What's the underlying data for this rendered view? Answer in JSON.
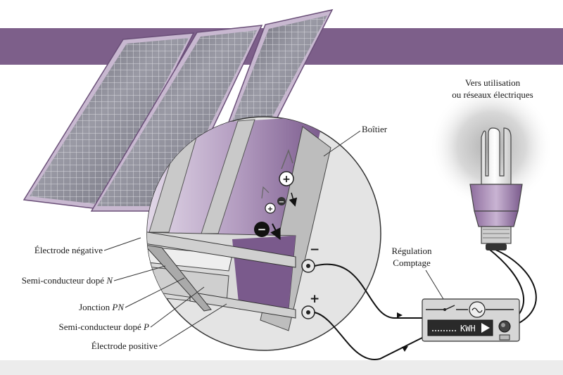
{
  "labels": {
    "usage_line1": "Vers utilisation",
    "usage_line2": "ou réseaux électriques",
    "casing": "Boîtier",
    "regulation_line1": "Régulation",
    "regulation_line2": "Comptage",
    "neg_electrode": "Électrode négative",
    "n_semiconductor": "Semi-conducteur dopé ",
    "n_letter": "N",
    "junction": "Jonction ",
    "junction_letters": "PN",
    "p_semiconductor": "Semi-conducteur dopé ",
    "p_letter": "P",
    "pos_electrode": "Électrode positive"
  },
  "meter": {
    "unit": "KWH"
  },
  "terminals": {
    "negative": "−",
    "positive": "+"
  },
  "charges": {
    "plus": "+",
    "minus": "−"
  },
  "colors": {
    "band": "#7d5f8a",
    "lens_bg": "#e4e4e4",
    "panel_frame": "#c8b8d0",
    "cell": "#8e8e98",
    "purple": "#8a6a98"
  }
}
